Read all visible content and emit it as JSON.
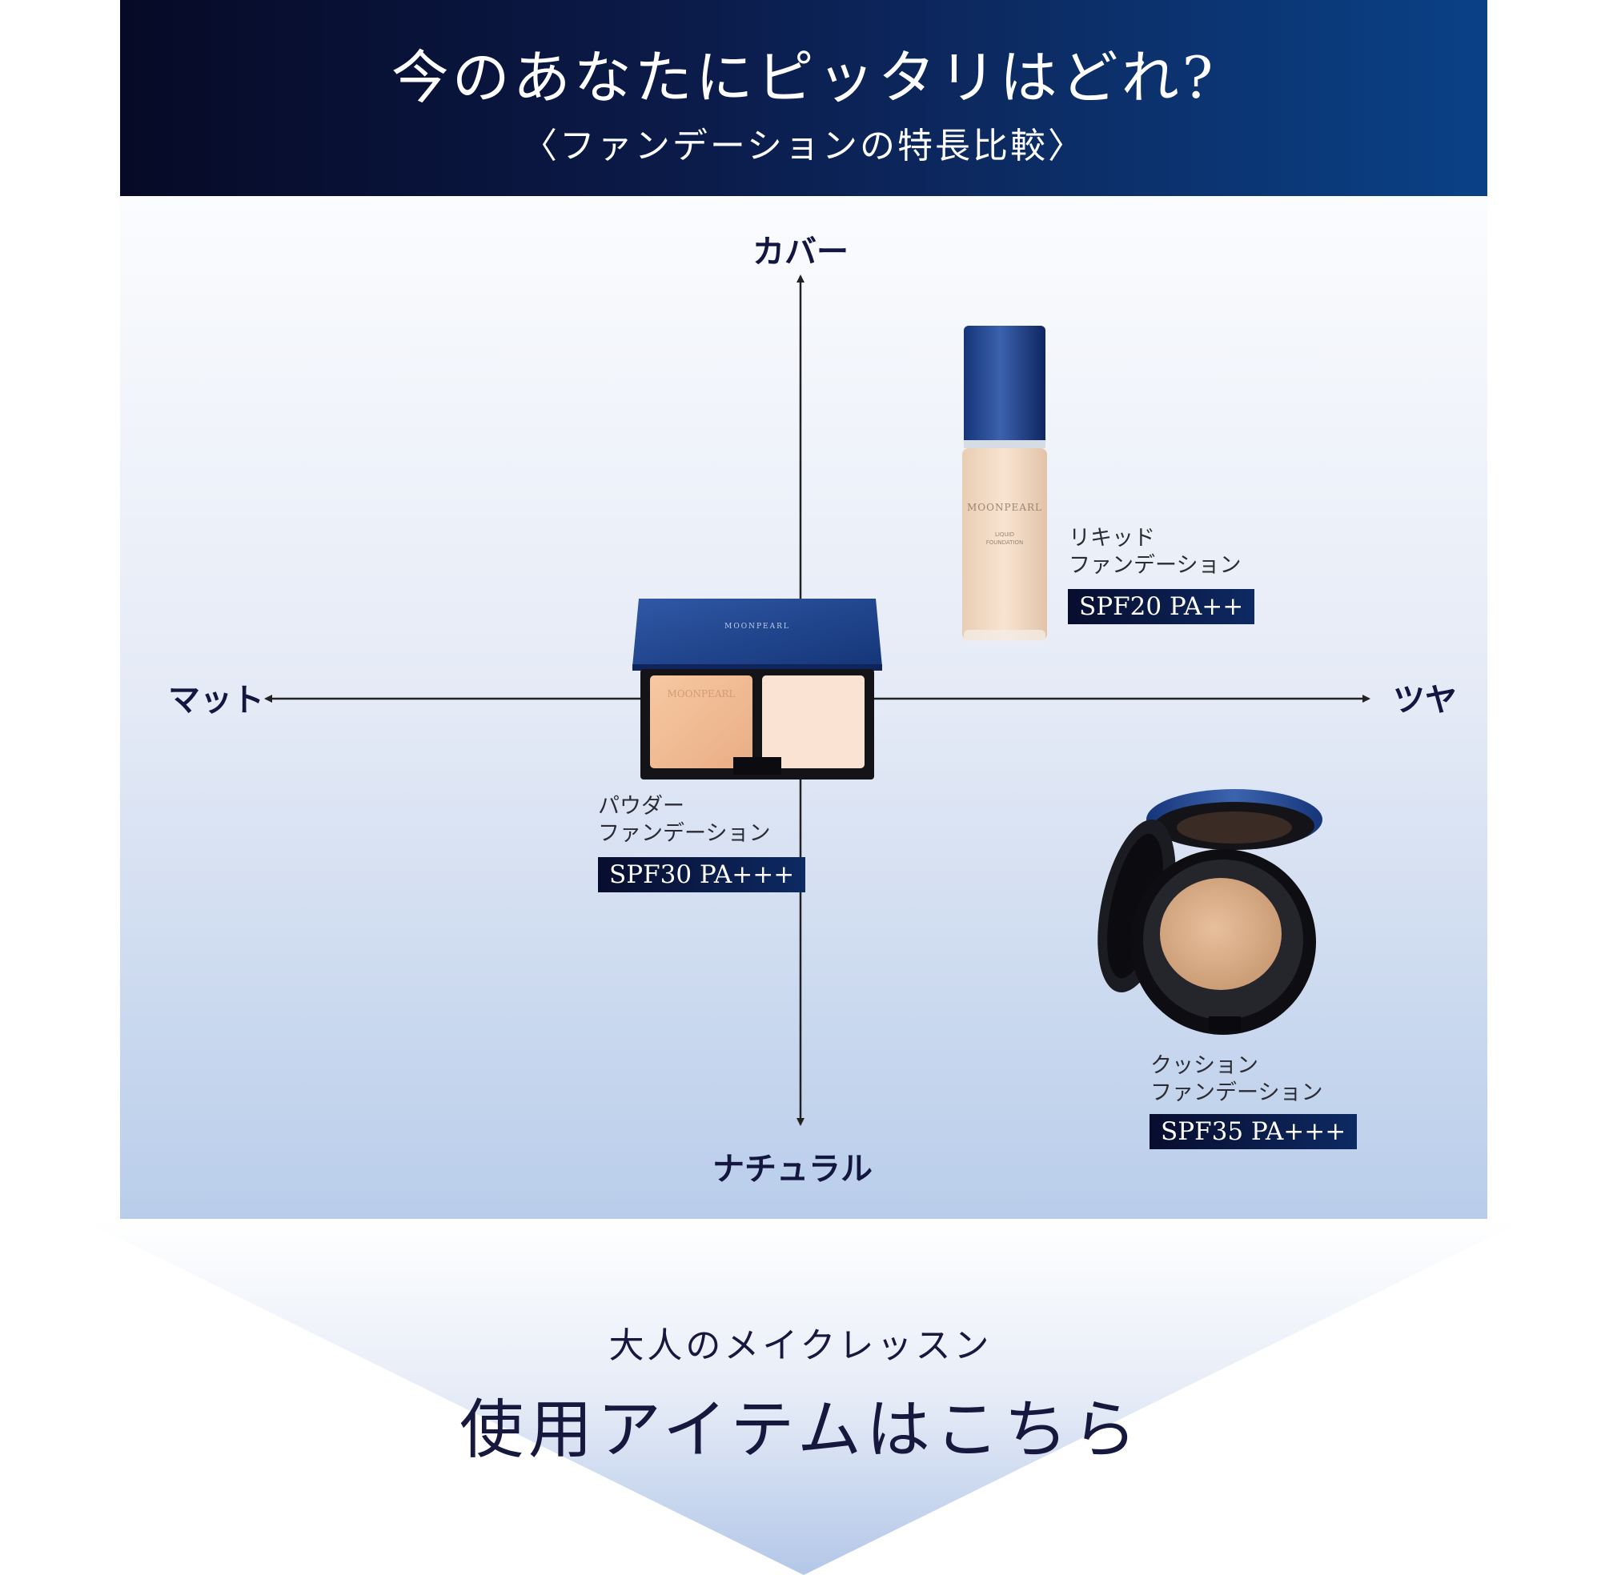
{
  "header": {
    "title": "今のあなたにピッタリはどれ?",
    "subtitle": "〈ファンデーションの特長比較〉"
  },
  "axes": {
    "top": "カバー",
    "bottom": "ナチュラル",
    "left": "マット",
    "right": "ツヤ"
  },
  "products": {
    "liquid": {
      "name": "リキッド\nファンデーション",
      "spf": "SPF20 PA++",
      "brand": "MOONPEARL",
      "type": "LIQUID FOUNDATION"
    },
    "powder": {
      "name": "パウダー\nファンデーション",
      "spf": "SPF30 PA+++",
      "brand": "MOONPEARL"
    },
    "cushion": {
      "name": "クッション\nファンデーション",
      "spf": "SPF35 PA+++"
    }
  },
  "footer": {
    "subtitle": "大人のメイクレッスン",
    "title": "使用アイテムはこちら"
  },
  "colors": {
    "header_dark": "#060a26",
    "header_light": "#0a4186",
    "axis_label": "#13163f",
    "spf_badge": "#080d2e"
  }
}
